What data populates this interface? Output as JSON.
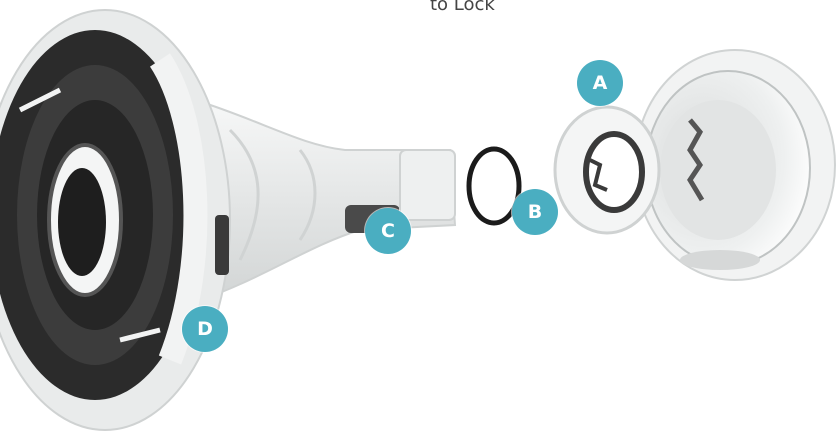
{
  "caption": "to Lock",
  "colors": {
    "marker": "#4aaec1",
    "part_dark": "#2b2b2b",
    "part_light": "#eceeee",
    "part_mid": "#c9cccc",
    "oring": "#1b1b1b"
  },
  "markers": [
    {
      "id": "A",
      "label": "A"
    },
    {
      "id": "B",
      "label": "B"
    },
    {
      "id": "C",
      "label": "C"
    },
    {
      "id": "D",
      "label": "D"
    }
  ]
}
